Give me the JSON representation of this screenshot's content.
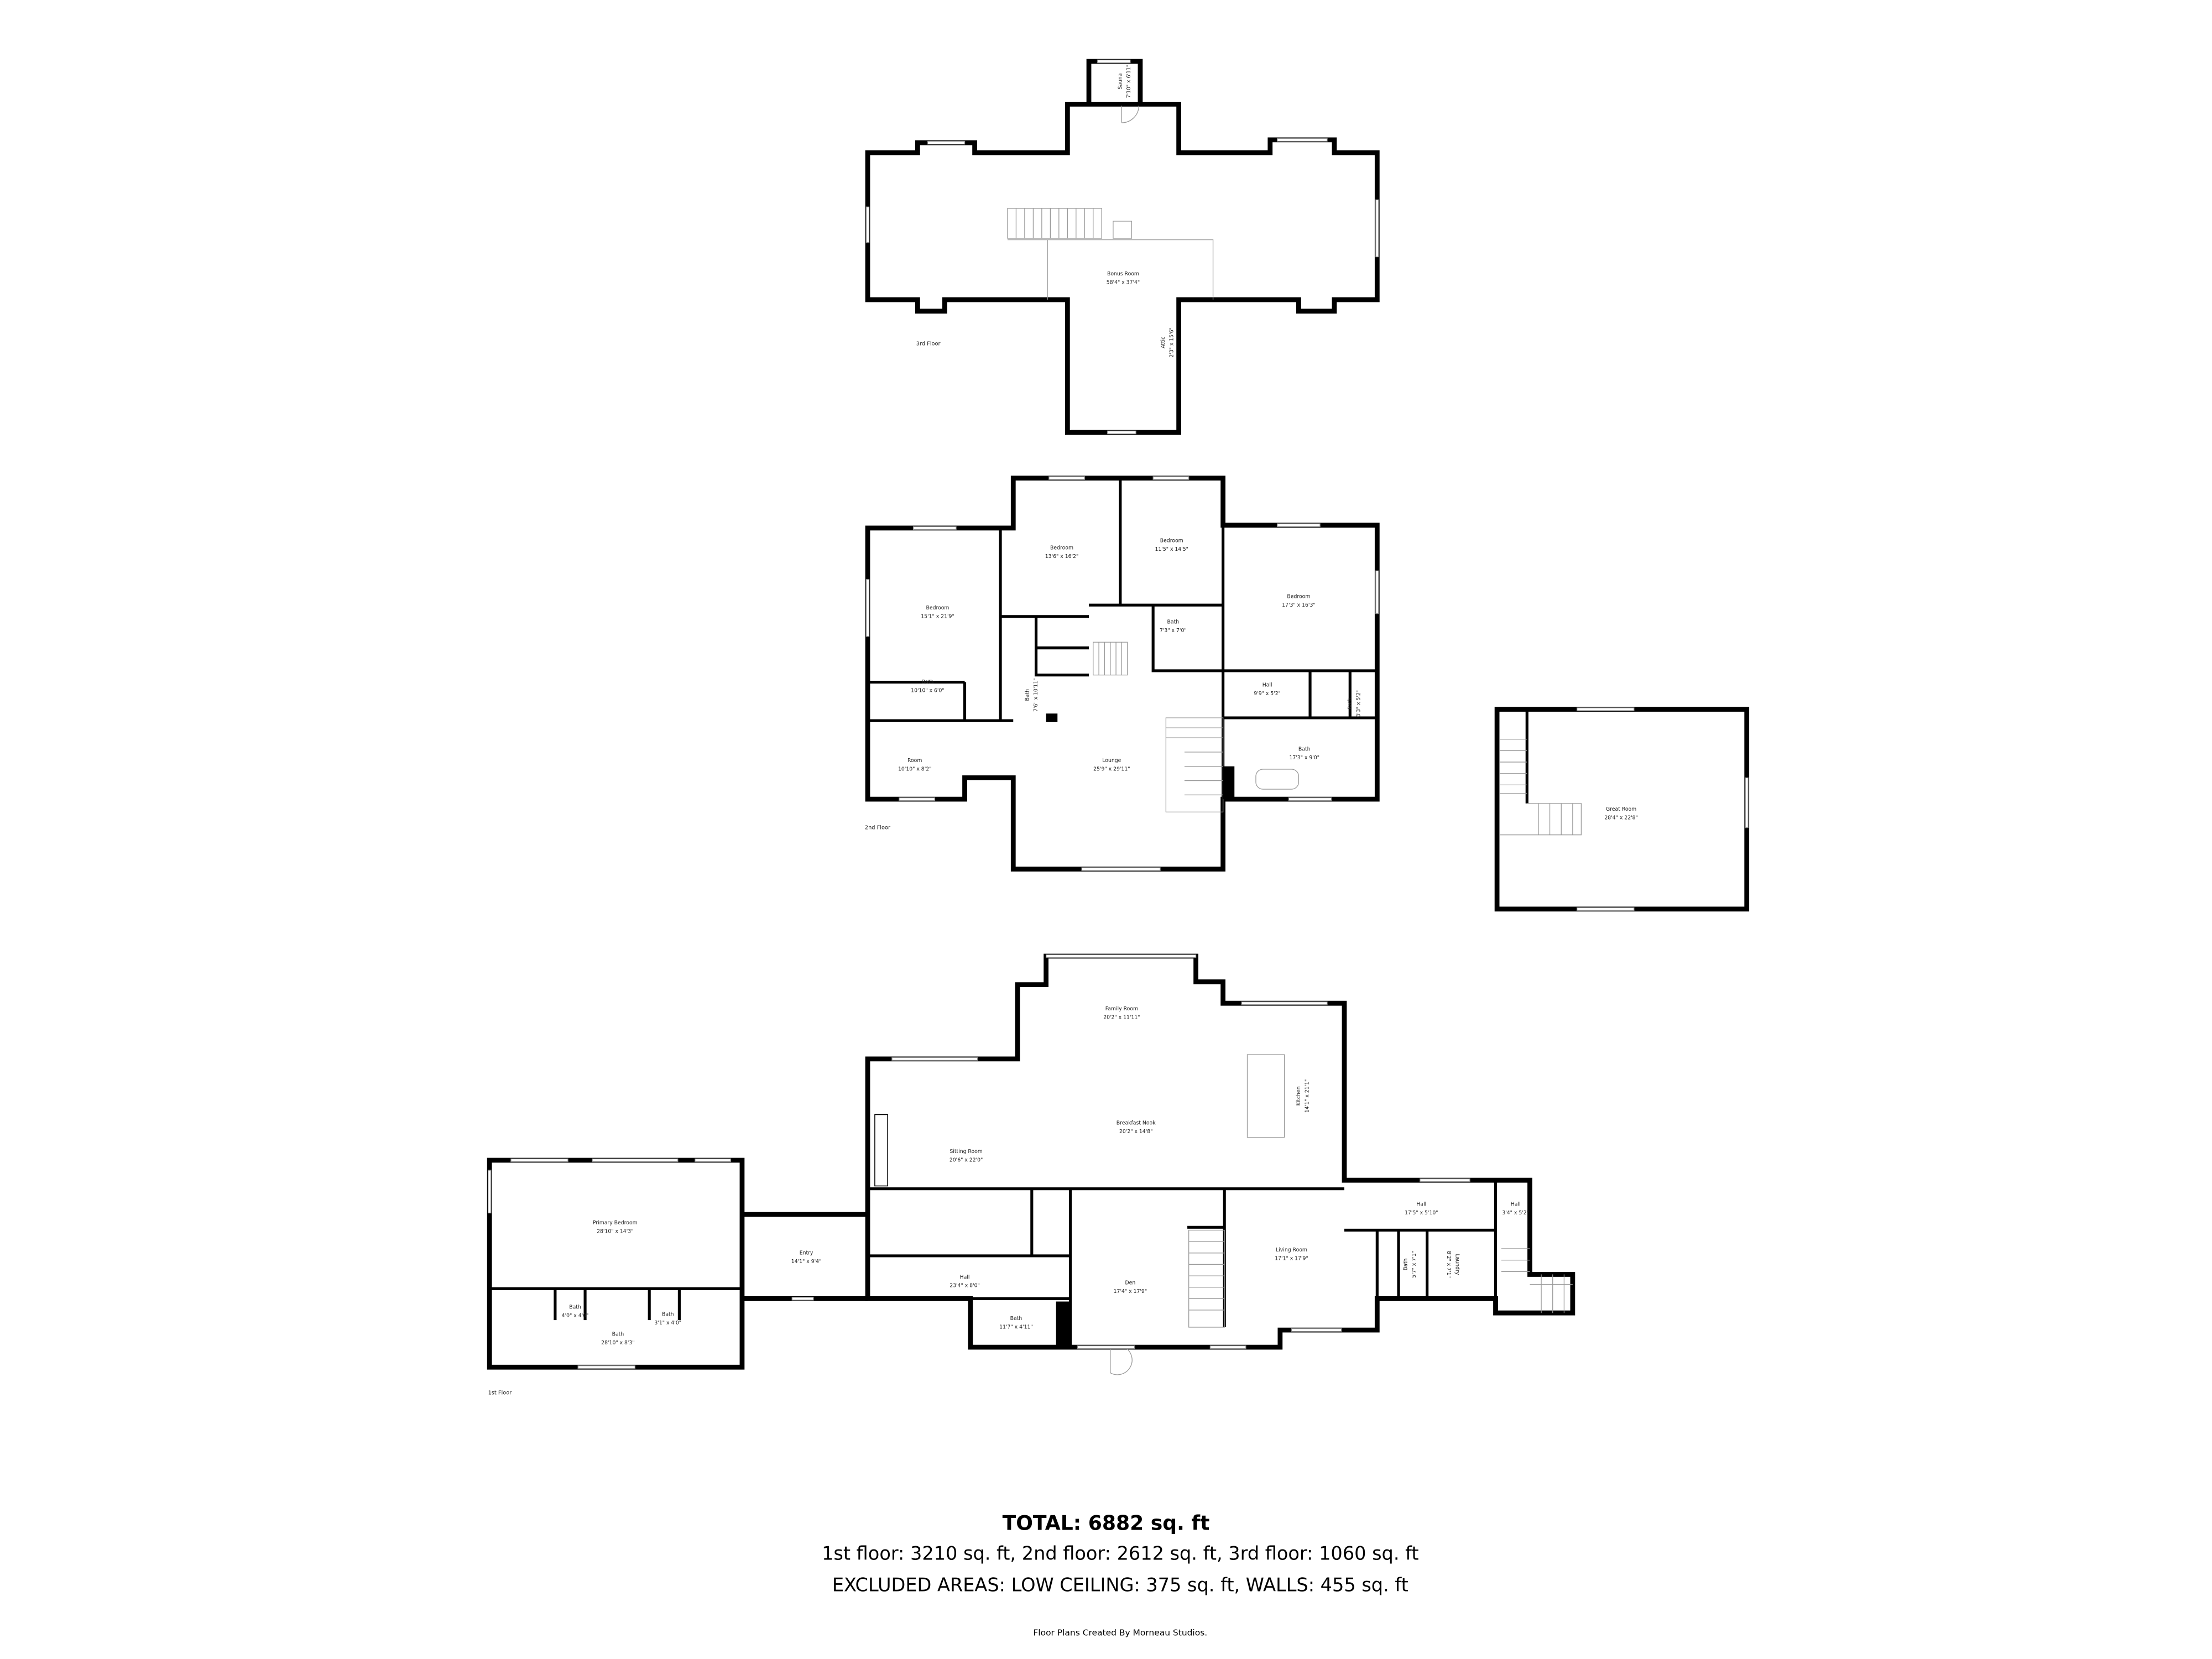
{
  "floors": {
    "third": {
      "label": "3rd Floor",
      "rooms": [
        {
          "name": "Sauna",
          "dims": "7'10\" x 6'11\""
        },
        {
          "name": "Bonus Room",
          "dims": "58'4\" x 37'4\""
        },
        {
          "name": "Attic",
          "dims": "2'3\" x 15'6\""
        }
      ]
    },
    "second": {
      "label": "2nd Floor",
      "rooms": [
        {
          "name": "Bedroom",
          "dims": "15'1\" x 21'9\""
        },
        {
          "name": "Bedroom",
          "dims": "13'6\" x 16'2\""
        },
        {
          "name": "Bedroom",
          "dims": "11'5\" x 14'5\""
        },
        {
          "name": "Bedroom",
          "dims": "17'3\" x 16'3\""
        },
        {
          "name": "Bath",
          "dims": "7'3\" x 7'0\""
        },
        {
          "name": "Bath",
          "dims": "10'10\" x 6'0\""
        },
        {
          "name": "Bath",
          "dims": "7'6\" x 10'11\""
        },
        {
          "name": "Hall",
          "dims": "9'9\" x 5'2\""
        },
        {
          "name": "Bath",
          "dims": "3'3\" x 5'2\""
        },
        {
          "name": "Room",
          "dims": "10'10\" x 8'2\""
        },
        {
          "name": "Lounge",
          "dims": "25'9\" x 29'11\""
        },
        {
          "name": "Bath",
          "dims": "17'3\" x 9'0\""
        }
      ]
    },
    "outbuilding": {
      "rooms": [
        {
          "name": "Great Room",
          "dims": "28'4\" x 22'8\""
        }
      ]
    },
    "first": {
      "label": "1st Floor",
      "rooms": [
        {
          "name": "Family Room",
          "dims": "20'2\" x 11'11\""
        },
        {
          "name": "Breakfast Nook",
          "dims": "20'2\" x 14'8\""
        },
        {
          "name": "Sitting Room",
          "dims": "20'6\" x 22'0\""
        },
        {
          "name": "Kitchen",
          "dims": "14'1\" x 21'1\""
        },
        {
          "name": "Living Room",
          "dims": "17'1\" x 17'9\""
        },
        {
          "name": "Den",
          "dims": "17'4\" x 17'9\""
        },
        {
          "name": "Hall",
          "dims": "23'4\" x 8'0\""
        },
        {
          "name": "Bath",
          "dims": "11'7\" x 4'11\""
        },
        {
          "name": "Hall",
          "dims": "17'5\" x 5'10\""
        },
        {
          "name": "Hall",
          "dims": "3'4\" x 5'2\""
        },
        {
          "name": "Bath",
          "dims": "5'7\" x 7'1\""
        },
        {
          "name": "Laundry",
          "dims": "8'2\" x 7'1\""
        },
        {
          "name": "Entry",
          "dims": "14'1\" x 9'4\""
        },
        {
          "name": "Primary Bedroom",
          "dims": "28'10\" x 14'3\""
        },
        {
          "name": "Bath",
          "dims": "4'0\" x 4'0\""
        },
        {
          "name": "Bath",
          "dims": "3'1\" x 4'0\""
        },
        {
          "name": "Bath",
          "dims": "28'10\" x 8'3\""
        }
      ]
    }
  },
  "summary": {
    "total": "TOTAL: 6882 sq. ft",
    "floors_line": "1st floor: 3210 sq. ft, 2nd floor: 2612 sq. ft, 3rd floor: 1060 sq. ft",
    "excluded_line": "EXCLUDED AREAS: LOW CEILING: 375 sq. ft, WALLS: 455 sq. ft",
    "credit": "Floor Plans Created By Morneau Studios."
  }
}
